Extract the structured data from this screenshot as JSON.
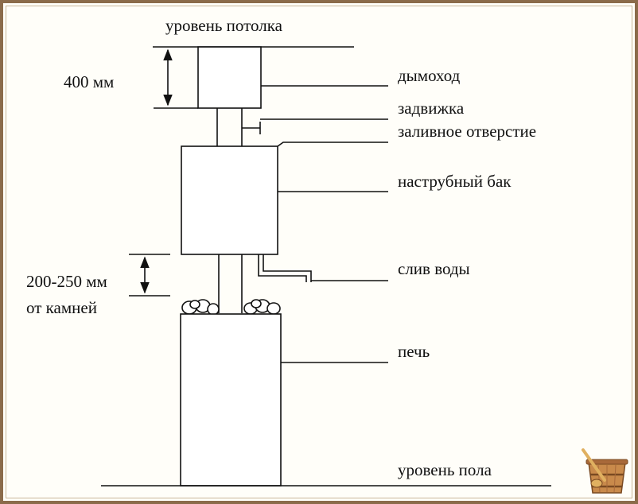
{
  "labels": {
    "ceiling_level": "уровень потолка",
    "gap_top": "400 мм",
    "chimney": "дымоход",
    "damper": "задвижка",
    "fill_hole": "заливное отверстие",
    "tank": "наструбный бак",
    "gap_stones_line1": "200-250 мм",
    "gap_stones_line2": "от камней",
    "drain": "слив воды",
    "stove": "печь",
    "floor_level": "уровень пола"
  },
  "colors": {
    "line": "#111111",
    "frame": "#8b6b4a",
    "logo_wood": "#c98a4b",
    "logo_dark": "#7a4a22"
  },
  "icons": {
    "logo": "wooden-bucket-with-ladle-icon"
  }
}
